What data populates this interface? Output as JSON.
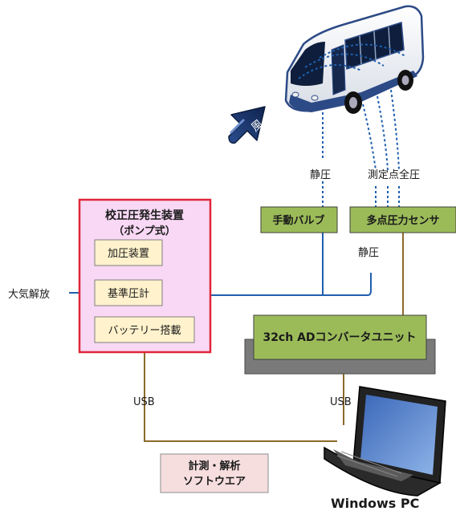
{
  "wind_label": "風",
  "static_pressure_label": "静圧",
  "static_pressure_label_2": "静圧",
  "total_pressure_label": "測定点全圧",
  "atmosphere_release_label": "大気解放",
  "calibration_box": {
    "title_line1": "校正圧発生装置",
    "title_line2": "（ポンプ式）",
    "items": [
      "加圧装置",
      "基準圧計",
      "バッテリー搭載"
    ]
  },
  "manual_valve_label": "手動バルブ",
  "multipoint_sensor_label": "多点圧力センサ",
  "ad_converter_label": "32ch ADコンバータユニット",
  "usb_left_label": "USB",
  "usb_right_label": "USB",
  "software_line1": "計測・解析",
  "software_line2": "ソフトウエア",
  "pc_label": "Windows PC",
  "colors": {
    "pink_box_border": "#e0263a",
    "pink_box_fill": "#f8d8f4",
    "inner_box_fill": "#fff2cc",
    "green_box_fill": "#9bbb59",
    "blue_line": "#1f5fae",
    "brown_line": "#8c6a2a",
    "wind_arrow": "#1f3a6e",
    "software_fill": "#f6dede"
  }
}
